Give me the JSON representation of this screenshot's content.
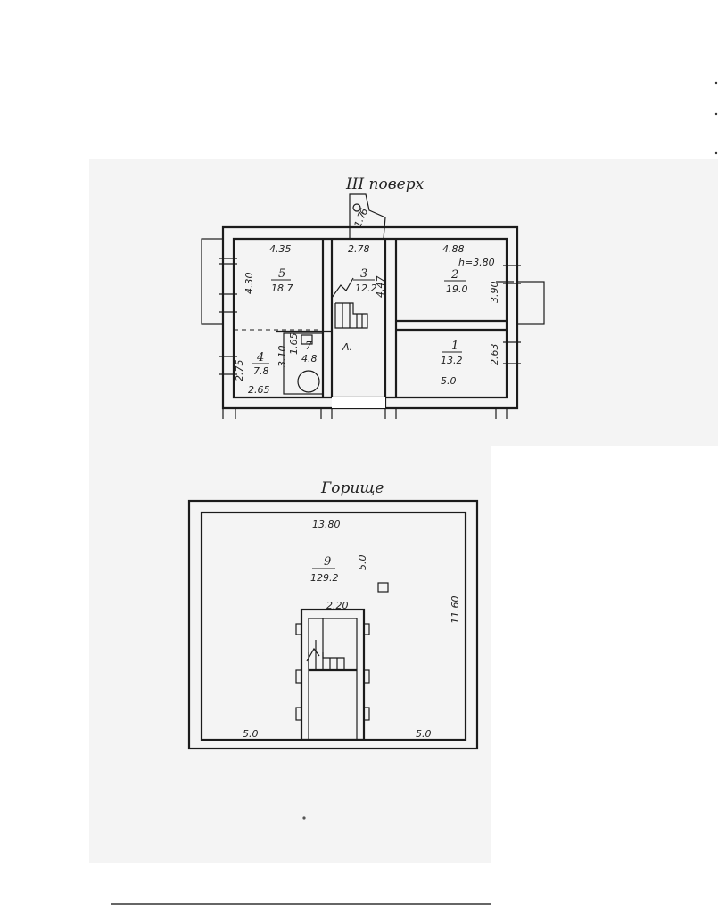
{
  "floor_plan": {
    "title": "III поверх",
    "rooms": [
      {
        "number": "5",
        "area": "18.7",
        "width": "4.35",
        "height": "4.30"
      },
      {
        "number": "3",
        "area": "12.2",
        "width": "2.78",
        "height": "4.47"
      },
      {
        "number": "2",
        "area": "19.0",
        "width": "4.88",
        "height": "3.90",
        "extra": "h=3.80"
      },
      {
        "number": "1",
        "area": "13.2",
        "height": "2.63",
        "bottom": "5.0"
      },
      {
        "number": "4",
        "area": "7.8",
        "width": "2.65",
        "height": "2.75"
      },
      {
        "number": "7",
        "area": "4.8",
        "width": "3.10",
        "inner": "1.65"
      },
      {
        "number": "6",
        "area": "1.7"
      }
    ],
    "misc_label": "А."
  },
  "attic_plan": {
    "title": "Горище",
    "room_number": "9",
    "room_area": "129.2",
    "top_dim": "13.80",
    "side_dim": "11.60",
    "inner_dim": "5.0",
    "stair_dim": "2.20",
    "bottom_left_dim": "5.0",
    "bottom_right_dim": "5.0"
  }
}
